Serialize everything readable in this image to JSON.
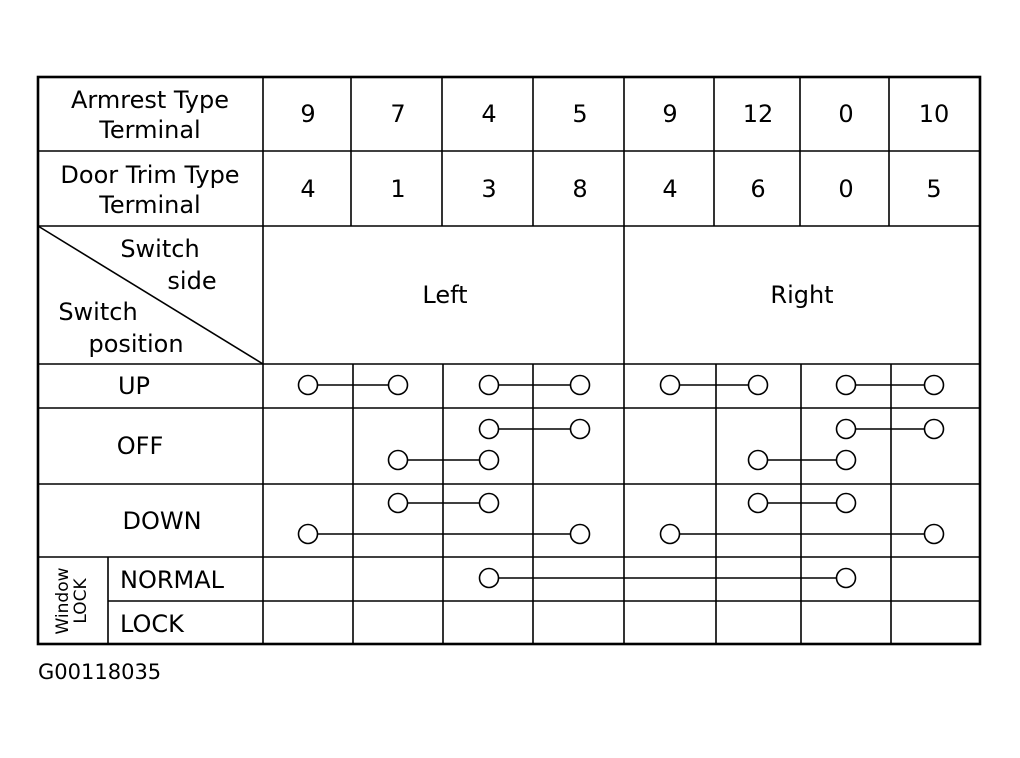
{
  "header": {
    "armrest_line1": "Armrest Type",
    "armrest_line2": "Terminal",
    "doortrim_line1": "Door Trim Type",
    "doortrim_line2": "Terminal",
    "switch_side_line1": "Switch",
    "switch_side_line2": "side",
    "switch_pos_line1": "Switch",
    "switch_pos_line2": "position",
    "left": "Left",
    "right": "Right"
  },
  "armrest_terminals": [
    "9",
    "7",
    "4",
    "5",
    "9",
    "12",
    "0",
    "10"
  ],
  "door_trim_terminals": [
    "4",
    "1",
    "3",
    "8",
    "4",
    "6",
    "0",
    "5"
  ],
  "rows": {
    "up": "UP",
    "off": "OFF",
    "down": "DOWN",
    "window_lock_line1": "Window",
    "window_lock_line2": "LOCK",
    "normal": "NORMAL",
    "lock": "LOCK"
  },
  "connections": [
    {
      "row": "UP",
      "level": 0,
      "from": 0,
      "to": 1
    },
    {
      "row": "UP",
      "level": 0,
      "from": 2,
      "to": 3
    },
    {
      "row": "UP",
      "level": 0,
      "from": 4,
      "to": 5
    },
    {
      "row": "UP",
      "level": 0,
      "from": 6,
      "to": 7
    },
    {
      "row": "OFF",
      "level": 0,
      "from": 2,
      "to": 3
    },
    {
      "row": "OFF",
      "level": 0,
      "from": 6,
      "to": 7
    },
    {
      "row": "OFF",
      "level": 1,
      "from": 1,
      "to": 2
    },
    {
      "row": "OFF",
      "level": 1,
      "from": 5,
      "to": 6
    },
    {
      "row": "DOWN",
      "level": 0,
      "from": 1,
      "to": 2
    },
    {
      "row": "DOWN",
      "level": 0,
      "from": 5,
      "to": 6
    },
    {
      "row": "DOWN",
      "level": 1,
      "from": 0,
      "to": 3
    },
    {
      "row": "DOWN",
      "level": 1,
      "from": 4,
      "to": 7
    },
    {
      "row": "NORMAL",
      "level": 0,
      "from": 2,
      "to": 6
    }
  ],
  "figure_code": "G00118035"
}
